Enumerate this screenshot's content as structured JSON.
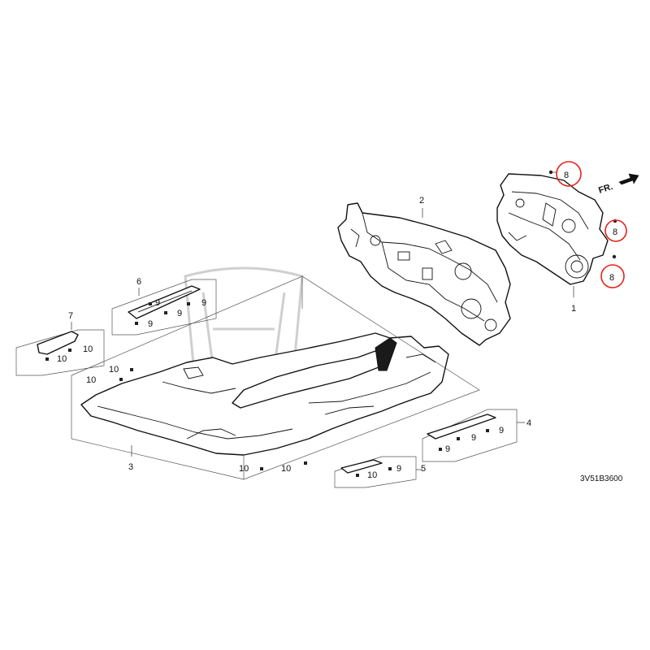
{
  "diagram": {
    "code": "3V51B3600",
    "direction": "FR.",
    "callouts": {
      "part1": "1",
      "part2": "2",
      "part3": "3",
      "part4": "4",
      "part5": "5",
      "part6": "6",
      "part7": "7",
      "clip8": "8",
      "clip9": "9",
      "clip10": "10"
    }
  }
}
